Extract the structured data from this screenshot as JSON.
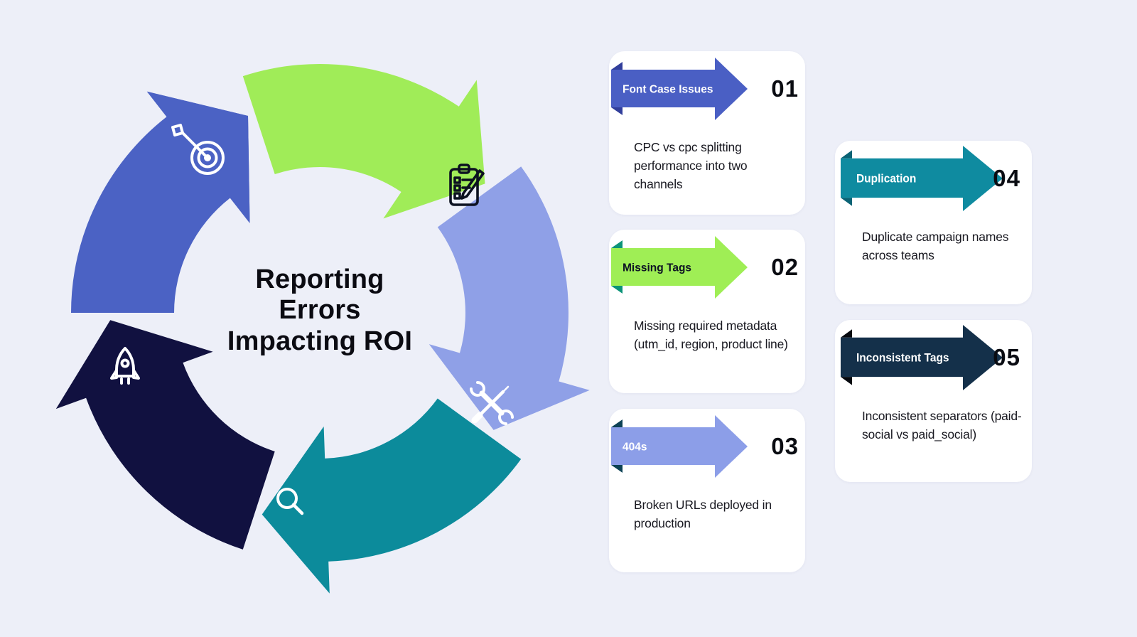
{
  "page": {
    "background": "#edeff8"
  },
  "cycle": {
    "title_lines": [
      "Reporting",
      "Errors",
      "Impacting ROI"
    ],
    "segments": [
      {
        "icon": "target-icon",
        "color": "#4b62c4"
      },
      {
        "icon": "clipboard-checklist-icon",
        "color": "#a0ec58"
      },
      {
        "icon": "tools-icon",
        "color": "#8fa0e7"
      },
      {
        "icon": "search-icon",
        "color": "#0c8b9b"
      },
      {
        "icon": "rocket-icon",
        "color": "#111140"
      }
    ]
  },
  "cards": [
    {
      "id": "01",
      "title": "Font Case Issues",
      "description": "CPC vs cpc splitting performance into two channels",
      "ribbon_color": "#4a5fc4",
      "fold_color": "#323f9b",
      "title_color": "#ffffff"
    },
    {
      "id": "02",
      "title": "Missing Tags",
      "description": "Missing required metadata (utm_id, region, product line)",
      "ribbon_color": "#9fee55",
      "fold_color": "#0c9378",
      "title_color": "#0e1424"
    },
    {
      "id": "03",
      "title": "404s",
      "description": "Broken URLs deployed in production",
      "ribbon_color": "#8c9ee8",
      "fold_color": "#0d4255",
      "title_color": "#ffffff"
    },
    {
      "id": "04",
      "title": "Duplication",
      "description": "Duplicate campaign names across teams",
      "ribbon_color": "#0f8ba0",
      "fold_color": "#0a6375",
      "title_color": "#ffffff"
    },
    {
      "id": "05",
      "title": "Inconsistent Tags",
      "description": "Inconsistent separators (paid-social vs paid_social)",
      "ribbon_color": "#14304a",
      "fold_color": "#05080e",
      "title_color": "#ffffff"
    }
  ]
}
